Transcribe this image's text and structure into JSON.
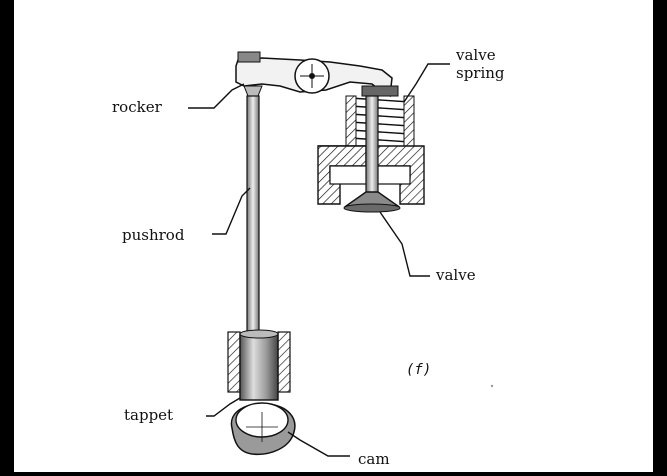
{
  "labels": {
    "rocker": "rocker",
    "valve_spring_line1": "valve",
    "valve_spring_line2": "spring",
    "pushrod": "pushrod",
    "valve": "valve",
    "tappet": "tappet",
    "cam": "cam",
    "figure_tag": "(f)"
  }
}
